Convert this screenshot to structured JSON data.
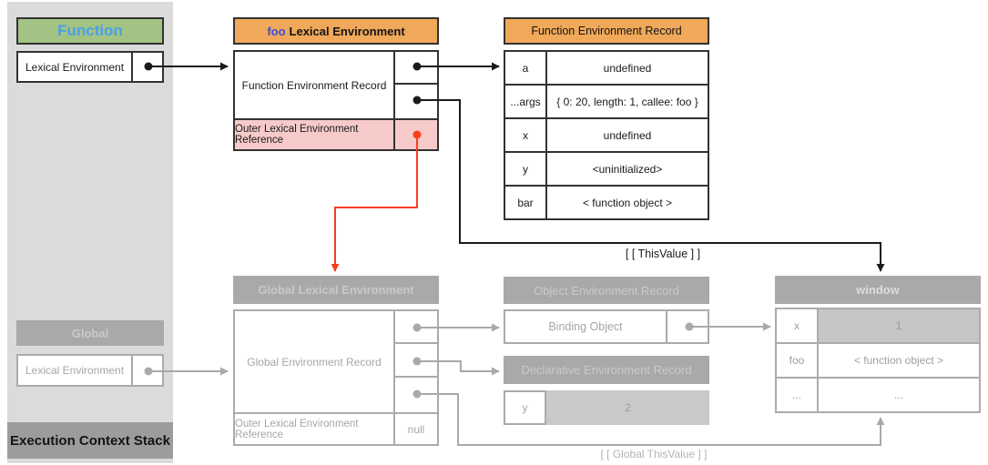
{
  "colors": {
    "orange_header": "#F0A85A",
    "green_header": "#A2C383",
    "function_title_blue": "#4AA0E8",
    "foo_accent_blue": "#3B4EDB",
    "outer_reference_pink": "#F7CACA",
    "red_arrow": "#FA3E1D",
    "inactive_gray": "#A9A9A9"
  },
  "execution_context_stack": {
    "footer_label": "Execution Context Stack",
    "function_context": {
      "title": "Function",
      "lexical_environment_label": "Lexical Environment"
    },
    "global_context": {
      "title": "Global",
      "lexical_environment_label": "Lexical Environment"
    }
  },
  "foo_lexical_environment": {
    "title_accent": "foo",
    "title": "Lexical Environment",
    "record_label": "Function Environment Record",
    "outer_reference_label": "Outer Lexical Environment Reference"
  },
  "function_environment_record": {
    "title": "Function Environment Record",
    "rows": [
      {
        "key": "a",
        "value": "undefined"
      },
      {
        "key": "...args",
        "value": "{ 0: 20, length: 1, callee: foo }"
      },
      {
        "key": "x",
        "value": "undefined"
      },
      {
        "key": "y",
        "value": "<uninitialized>"
      },
      {
        "key": "bar",
        "value": "< function object >"
      }
    ]
  },
  "global_lexical_environment": {
    "title": "Global Lexical Environment",
    "record_label": "Global Environment Record",
    "outer_reference_label": "Outer Lexical Environment Reference",
    "outer_reference_value": "null"
  },
  "object_environment_record": {
    "title": "Object Environment Record",
    "binding_object_label": "Binding Object"
  },
  "declarative_environment_record": {
    "title": "Declarative Environment Record",
    "rows": [
      {
        "key": "y",
        "value": "2"
      }
    ]
  },
  "window_object": {
    "title": "window",
    "rows": [
      {
        "key": "x",
        "value": "1"
      },
      {
        "key": "foo",
        "value": "< function object >"
      },
      {
        "key": "...",
        "value": "..."
      }
    ]
  },
  "connector_labels": {
    "this_value": "[ [ ThisValue ] ]",
    "global_this_value": "[ [ Global ThisValue ] ]"
  }
}
